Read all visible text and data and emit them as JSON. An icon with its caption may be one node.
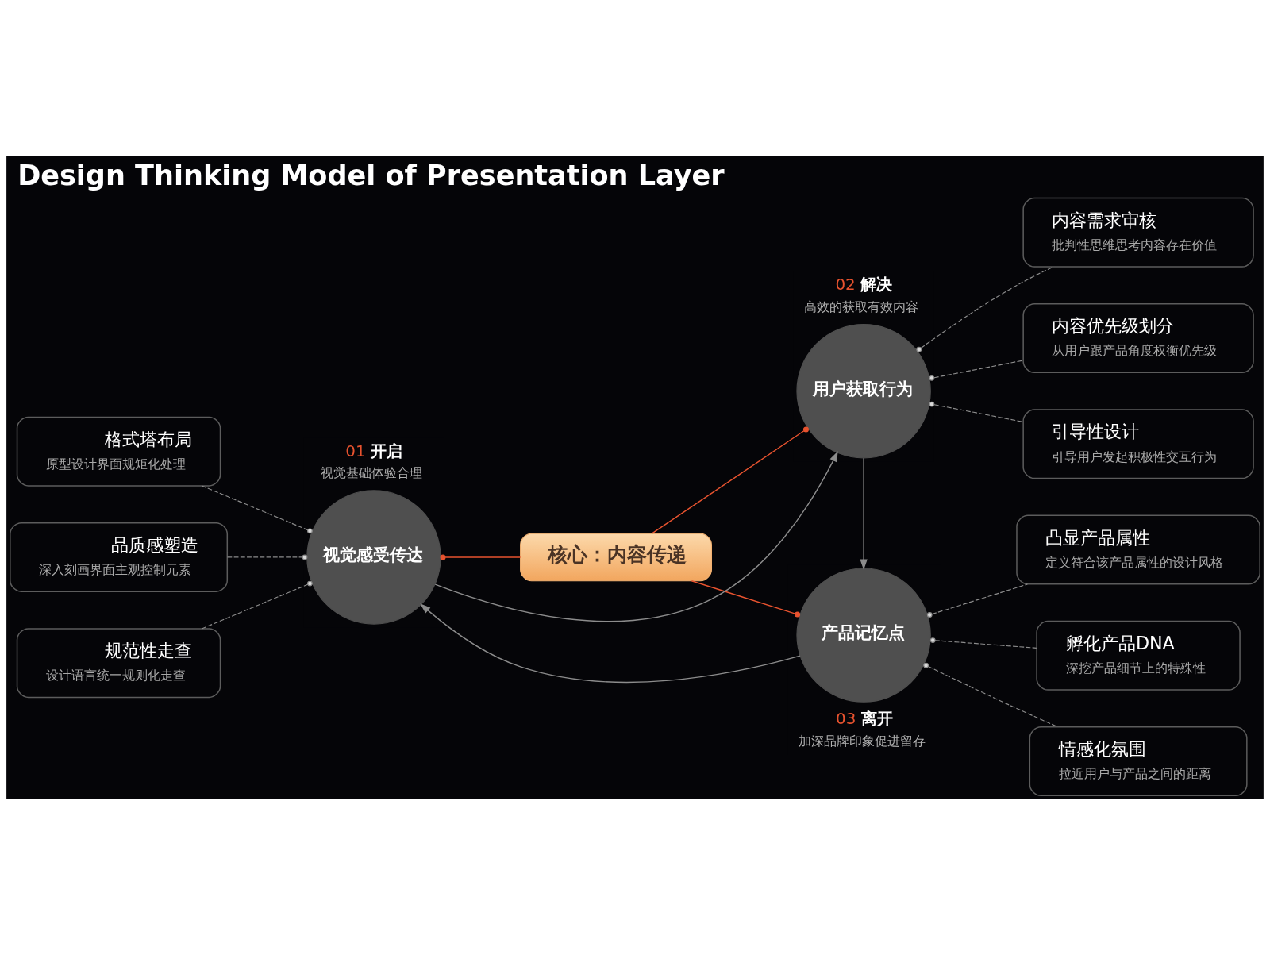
{
  "diagram": {
    "title": "Design Thinking Model of Presentation Layer",
    "nodes": [
      {
        "text": [
          "核心：内容传递"
        ]
      },
      {
        "text": [
          "视觉感受传达"
        ],
        "beside": [
          "01 开启",
          "视觉基础体验合理"
        ]
      },
      {
        "text": [
          "用户获取行为"
        ],
        "beside": [
          "02 解决",
          "高效的获取有效内容"
        ]
      },
      {
        "text": [
          "产品记忆点"
        ],
        "beside": [
          "03 离开",
          "加深品牌印象促进留存"
        ]
      },
      {
        "text": [
          "格式塔布局",
          "原型设计界面规矩化处理"
        ]
      },
      {
        "text": [
          "品质感塑造",
          "深入刻画界面主观控制元素"
        ]
      },
      {
        "text": [
          "规范性走查",
          "设计语言统一规则化走查"
        ]
      },
      {
        "text": [
          "内容需求审核",
          "批判性思维思考内容存在价值"
        ]
      },
      {
        "text": [
          "内容优先级划分",
          "从用户跟产品角度权衡优先级"
        ]
      },
      {
        "text": [
          "引导性设计",
          "引导用户发起积极性交互行为"
        ]
      },
      {
        "text": [
          "凸显产品属性",
          "定义符合该产品属性的设计风格"
        ]
      },
      {
        "text": [
          "孵化产品DNA",
          "深挖产品细节上的特殊性"
        ]
      },
      {
        "text": [
          "情感化氛围",
          "拉近用户与产品之间的距离"
        ]
      }
    ],
    "edges": [
      {
        "from": 1,
        "to": 0,
        "arrow": "other",
        "color": "#e8532f"
      },
      {
        "from": 0,
        "to": 2,
        "arrow": "other",
        "color": "#e8532f"
      },
      {
        "from": 0,
        "to": 3,
        "arrow": "other",
        "color": "#e8532f"
      },
      {
        "from": 1,
        "to": 2,
        "arrow": "to"
      },
      {
        "from": 2,
        "to": 3,
        "arrow": "to"
      },
      {
        "from": 3,
        "to": 1,
        "arrow": "to"
      },
      {
        "from": 4,
        "to": 1,
        "arrow": "other",
        "style": "dashed"
      },
      {
        "from": 5,
        "to": 1,
        "arrow": "other",
        "style": "dashed"
      },
      {
        "from": 6,
        "to": 1,
        "arrow": "other",
        "style": "dashed"
      },
      {
        "from": 2,
        "to": 7,
        "arrow": "other",
        "style": "dashed"
      },
      {
        "from": 2,
        "to": 8,
        "arrow": "other",
        "style": "dashed"
      },
      {
        "from": 2,
        "to": 9,
        "arrow": "other",
        "style": "dashed"
      },
      {
        "from": 3,
        "to": 10,
        "arrow": "other",
        "style": "dashed"
      },
      {
        "from": 3,
        "to": 11,
        "arrow": "other",
        "style": "dashed"
      },
      {
        "from": 3,
        "to": 12,
        "arrow": "other",
        "style": "dashed"
      }
    ]
  }
}
